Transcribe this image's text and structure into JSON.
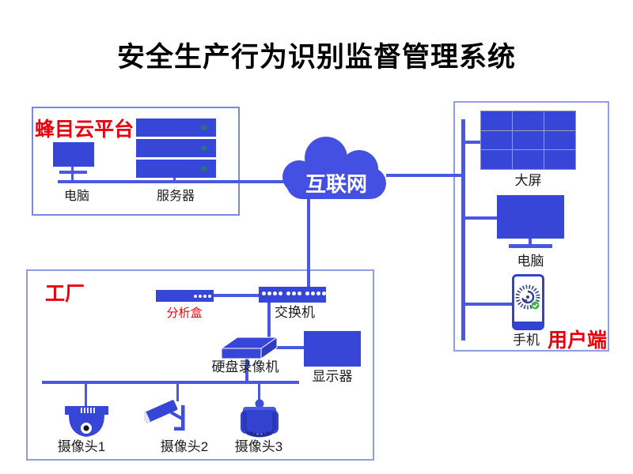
{
  "title": "安全生产行为识别监督管理系统",
  "internet": {
    "label": "互联网"
  },
  "cloud_platform": {
    "title": "蜂目云平台",
    "computer_label": "电脑",
    "server_label": "服务器"
  },
  "client": {
    "title": "用户端",
    "big_screen_label": "大屏",
    "computer_label": "电脑",
    "phone_label": "手机"
  },
  "factory": {
    "title": "工厂",
    "analysis_box_label": "分析盒",
    "switch_label": "交换机",
    "dvr_label": "硬盘录像机",
    "display_label": "显示器",
    "camera1_label": "摄像头1",
    "camera2_label": "摄像头2",
    "camera3_label": "摄像头3"
  },
  "colors": {
    "device_blue": "#3846d8",
    "line_blue": "#4a57e0",
    "cloud_blue": "#4450e1",
    "zone_border": "#929de8",
    "red_accent": "#e8000d",
    "server_indicator": "#2e6e82",
    "check_green": "#3cb54a"
  }
}
